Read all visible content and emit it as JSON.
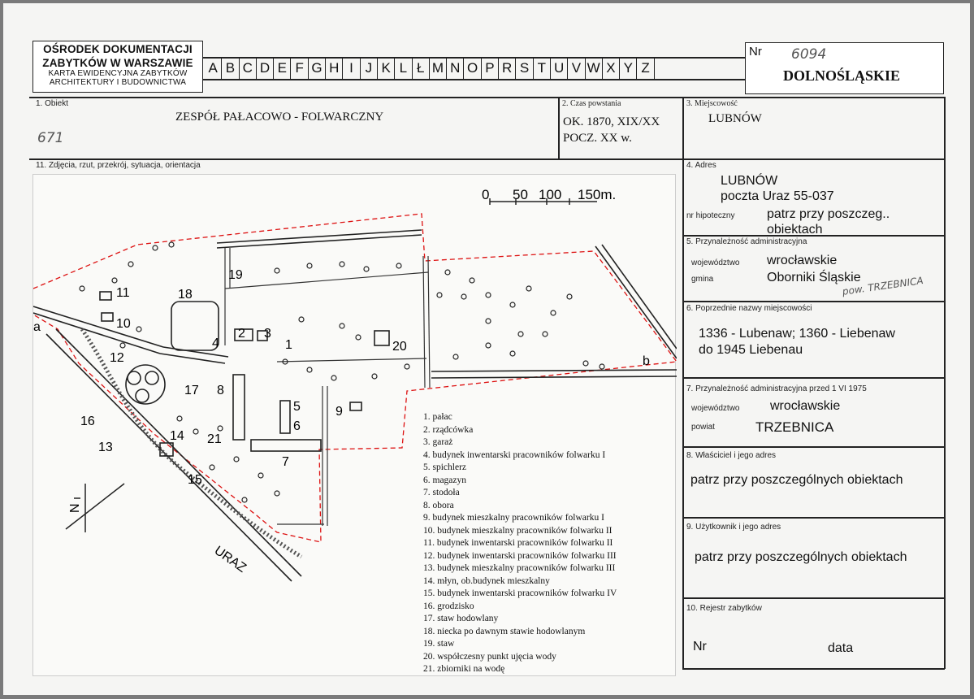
{
  "header": {
    "title_line1": "OŚRODEK DOKUMENTACJI",
    "title_line2": "ZABYTKÓW W WARSZAWIE",
    "subtitle_line1": "KARTA EWIDENCYJNA ZABYTKÓW",
    "subtitle_line2": "ARCHITEKTURY I BUDOWNICTWA",
    "letters": [
      "A",
      "B",
      "C",
      "D",
      "E",
      "F",
      "G",
      "H",
      "I",
      "J",
      "K",
      "L",
      "Ł",
      "M",
      "N",
      "O",
      "P",
      "R",
      "S",
      "T",
      "U",
      "V",
      "W",
      "X",
      "Y",
      "Z"
    ],
    "nr_label": "Nr",
    "nr_value": "6094",
    "region": "DOLNOŚLĄSKIE"
  },
  "obiekt": {
    "label": "1. Obiekt",
    "value": "ZESPÓŁ PAŁACOWO - FOLWARCZNY",
    "handwritten": "671"
  },
  "czas": {
    "label": "2. Czas powstania",
    "line1": "OK. 1870, XIX/XX",
    "line2": "POCZ. XX w."
  },
  "miejscowosc": {
    "label": "3. Miejscowość",
    "value": "LUBNÓW"
  },
  "zdjecia": {
    "label": "11. Zdjęcia, rzut, przekrój, sytuacja, orientacja"
  },
  "adres": {
    "label": "4. Adres",
    "line1": "LUBNÓW",
    "line2": "poczta Uraz 55-037",
    "hipoteczny_label": "nr hipoteczny",
    "hipoteczny_value1": "patrz przy poszczeg..",
    "hipoteczny_value2": "obiektach"
  },
  "przynaleznosc": {
    "label": "5. Przynależność administracyjna",
    "woj_label": "województwo",
    "woj_value": "wrocławskie",
    "gmina_label": "gmina",
    "gmina_value": "Oborniki Śląskie",
    "note": "pow. TRZEBNICA"
  },
  "poprzednie": {
    "label": "6. Poprzednie nazwy miejscowości",
    "line1": "1336 - Lubenaw; 1360 - Liebenaw",
    "line2": "do 1945 Liebenau"
  },
  "przynaleznosc1975": {
    "label": "7. Przynależność administracyjna przed 1 VI 1975",
    "woj_label": "województwo",
    "woj_value": "wrocławskie",
    "powiat_label": "powiat",
    "powiat_value": "TRZEBNICA"
  },
  "wlasciciel": {
    "label": "8. Właściciel i jego adres",
    "value": "patrz przy poszczególnych obiektach"
  },
  "uzytkownik": {
    "label": "9.   Użytkownik i jego adres",
    "value": "patrz przy poszczególnych obiektach"
  },
  "rejestr": {
    "label": "10. Rejestr zabytków",
    "nr_label": "Nr",
    "data_label": "data"
  },
  "map": {
    "scale": [
      "0",
      "50",
      "100",
      "150m."
    ],
    "road_label": "URAZ",
    "point_a": "a",
    "point_b": "b",
    "north": "N",
    "numbers": [
      "1",
      "2",
      "3",
      "4",
      "5",
      "6",
      "7",
      "8",
      "9",
      "10",
      "11",
      "12",
      "13",
      "14",
      "15",
      "16",
      "17",
      "18",
      "19",
      "20",
      "21"
    ]
  },
  "legend": [
    "1. pałac",
    "2. rządcówka",
    "3. garaż",
    "4. budynek inwentarski pracowników folwarku I",
    "5. spichlerz",
    "6. magazyn",
    "7. stodoła",
    "8. obora",
    "9. budynek mieszkalny pracowników folwarku I",
    "10. budynek mieszkalny pracowników folwarku II",
    "11. budynek inwentarski pracowników folwarku II",
    "12. budynek inwentarski pracowników folwarku III",
    "13. budynek mieszkalny pracowników folwarku III",
    "14. młyn, ob.budynek mieszkalny",
    "15. budynek inwentarski pracowników folwarku IV",
    "16. grodzisko",
    "17. staw hodowlany",
    "18. niecka po dawnym stawie hodowlanym",
    "19. staw",
    "20. współczesny punkt ujęcia wody",
    "21. zbiorniki na wodę"
  ]
}
